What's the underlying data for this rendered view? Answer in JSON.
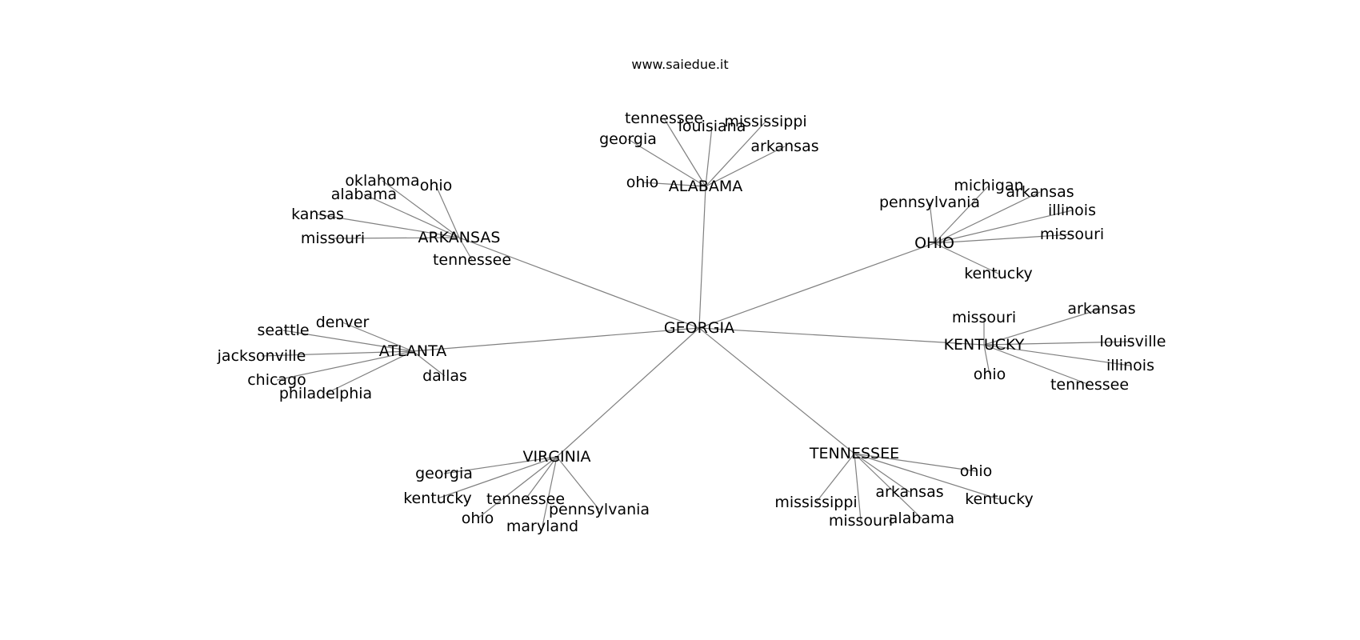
{
  "header": {
    "site": "www.saiedue.it"
  },
  "graph": {
    "root": "GEORGIA",
    "hubs": [
      {
        "label": "ALABAMA",
        "children": [
          "tennessee",
          "louisiana",
          "mississippi",
          "georgia",
          "arkansas",
          "ohio"
        ]
      },
      {
        "label": "ARKANSAS",
        "children": [
          "oklahoma",
          "ohio",
          "alabama",
          "kansas",
          "missouri",
          "tennessee"
        ]
      },
      {
        "label": "OHIO",
        "children": [
          "michigan",
          "arkansas",
          "pennsylvania",
          "illinois",
          "missouri",
          "kentucky"
        ]
      },
      {
        "label": "ATLANTA",
        "children": [
          "denver",
          "seattle",
          "jacksonville",
          "chicago",
          "philadelphia",
          "dallas"
        ]
      },
      {
        "label": "KENTUCKY",
        "children": [
          "missouri",
          "arkansas",
          "louisville",
          "illinois",
          "ohio",
          "tennessee"
        ]
      },
      {
        "label": "VIRGINIA",
        "children": [
          "georgia",
          "kentucky",
          "tennessee",
          "pennsylvania",
          "ohio",
          "maryland"
        ]
      },
      {
        "label": "TENNESSEE",
        "children": [
          "ohio",
          "mississippi",
          "arkansas",
          "kentucky",
          "missouri",
          "alabama"
        ]
      }
    ]
  }
}
